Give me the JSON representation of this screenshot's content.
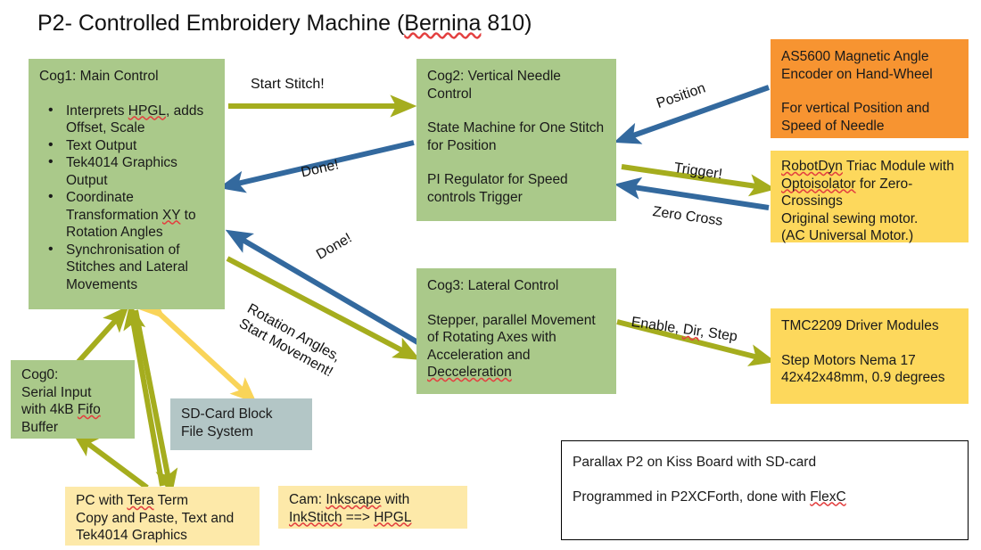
{
  "page": {
    "title": "P2- Controlled Embroidery Machine (Bernina 810)",
    "colors": {
      "green": "#aac98a",
      "yellow": "#fdd85c",
      "light_yellow": "#fde9a9",
      "orange": "#f79431",
      "slate": "#b3c6c6",
      "arrow_olive": "#a5ad1e",
      "arrow_blue": "#33699e",
      "arrow_pale_yellow": "#f9d459",
      "background": "#ffffff"
    }
  },
  "boxes": {
    "cog1": {
      "heading": "Cog1: Main Control",
      "bullets": [
        "Interprets HPGL, adds Offset, Scale",
        "Text Output",
        "Tek4014 Graphics Output",
        "Coordinate Transformation XY to Rotation Angles",
        "Synchronisation of Stitches and Lateral Movements"
      ]
    },
    "cog2": {
      "heading": "Cog2: Vertical Needle Control",
      "lines": [
        "State Machine for One Stitch for Position",
        "PI Regulator for Speed controls Trigger"
      ]
    },
    "cog3": {
      "heading": "Cog3: Lateral Control",
      "lines": [
        "Stepper, parallel Movement of Rotating Axes with Acceleration and Decceleration"
      ]
    },
    "cog0": {
      "lines": [
        "Cog0:",
        "Serial Input",
        "with 4kB Fifo",
        "Buffer"
      ]
    },
    "encoder": {
      "lines": [
        "AS5600 Magnetic Angle Encoder on Hand-Wheel",
        "For vertical Position and Speed of Needle"
      ]
    },
    "triac": {
      "lines": [
        "RobotDyn Triac Module with Optoisolator for Zero-Crossings",
        "Original  sewing motor.",
        "(AC Universal Motor.)"
      ]
    },
    "driver": {
      "lines": [
        "TMC2209 Driver Modules",
        "Step Motors Nema 17 42x42x48mm, 0.9 degrees"
      ]
    },
    "sdcard": {
      "lines": [
        "SD-Card Block",
        "File System"
      ]
    },
    "pc": {
      "lines": [
        "PC with Tera Term",
        "Copy and Paste, Text and",
        "Tek4014 Graphics"
      ]
    },
    "cam": {
      "lines": [
        "Cam: Inkscape with",
        "InkStitch ==> HPGL"
      ]
    },
    "info": {
      "lines": [
        "Parallax P2 on Kiss Board with SD-card",
        "Programmed in P2XCForth, done with FlexC"
      ]
    }
  },
  "arrow_labels": {
    "start_stitch": "Start Stitch!",
    "done_stitch": "Done!",
    "position": "Position",
    "trigger": "Trigger!",
    "zero_cross": "Zero Cross",
    "done_lateral": "Done!",
    "rotation_angles_l1": "Rotation Angles,",
    "rotation_angles_l2": "Start Movement!",
    "enable_dir_step": "Enable, Dir, Step"
  }
}
